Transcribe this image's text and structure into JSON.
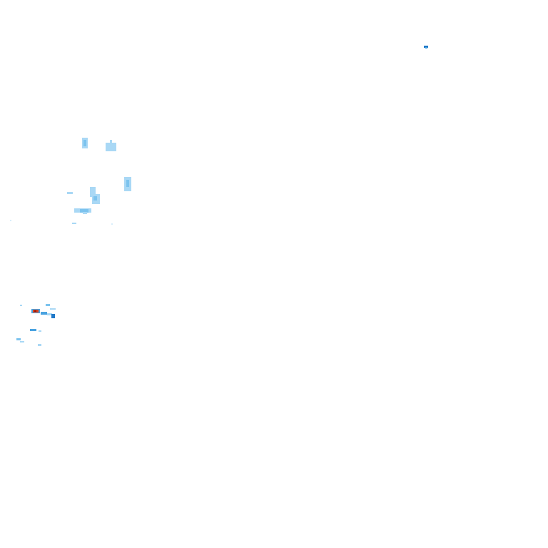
{
  "radar": {
    "intensity_colors": {
      "light": "#a9d8f5",
      "light_mid": "#7cc3ee",
      "moderate": "#4aa3e0",
      "moderate_dark": "#1f78c8",
      "heavy": "#d9411e",
      "extreme": "#8e1a0e"
    },
    "echo_levels": [
      "light",
      "light",
      "light",
      "light",
      "light",
      "light",
      "light",
      "light",
      "moderate",
      "heavy",
      "moderate_dark",
      "moderate_dark",
      "moderate",
      "light",
      "moderate"
    ]
  }
}
